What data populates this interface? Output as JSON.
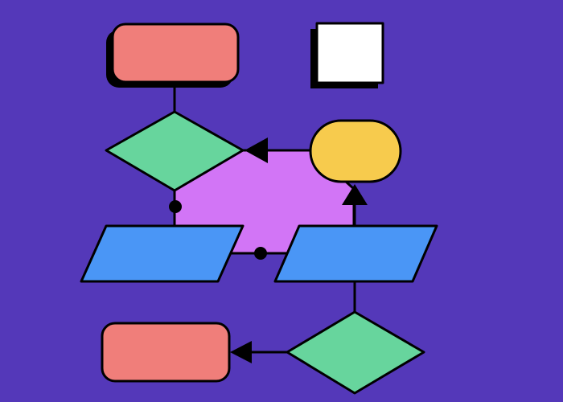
{
  "diagram": {
    "kind": "flowchart",
    "labels_visible": false,
    "colors": {
      "background": "#5438B9",
      "outline": "#000000",
      "terminator_red": "#F07E7A",
      "decision_green": "#67D59D",
      "io_blue": "#4A96F6",
      "terminator_yellow": "#F7CB4D",
      "region_purple": "#D275F6",
      "plain_white": "#FFFFFF"
    },
    "nodes": [
      {
        "id": "top-left-terminator",
        "shape": "rounded-rectangle",
        "color": "terminator_red"
      },
      {
        "id": "top-right-square",
        "shape": "square",
        "color": "plain_white"
      },
      {
        "id": "upper-decision",
        "shape": "diamond",
        "color": "decision_green"
      },
      {
        "id": "right-terminator",
        "shape": "stadium",
        "color": "terminator_yellow"
      },
      {
        "id": "left-io",
        "shape": "parallelogram",
        "color": "io_blue"
      },
      {
        "id": "right-io",
        "shape": "parallelogram",
        "color": "io_blue"
      },
      {
        "id": "lower-decision",
        "shape": "diamond",
        "color": "decision_green"
      },
      {
        "id": "bottom-left-terminator",
        "shape": "rounded-rectangle",
        "color": "terminator_red"
      }
    ],
    "edges": [
      {
        "from": "top-left-terminator",
        "to": "upper-decision",
        "end": "none"
      },
      {
        "from": "right-terminator",
        "to": "upper-decision",
        "end": "arrow"
      },
      {
        "from": "upper-decision",
        "to": "left-io",
        "end": "dot"
      },
      {
        "from": "left-io",
        "to": "right-io",
        "end": "dot"
      },
      {
        "from": "right-io",
        "to": "right-terminator",
        "end": "arrow"
      },
      {
        "from": "right-io",
        "to": "lower-decision",
        "end": "none"
      },
      {
        "from": "lower-decision",
        "to": "bottom-left-terminator",
        "end": "arrow"
      }
    ]
  }
}
